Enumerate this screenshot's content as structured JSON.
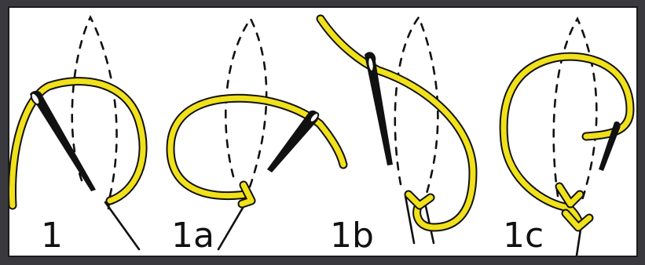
{
  "colors": {
    "thread": "#f0e11a",
    "thread_outline": "#111111",
    "ink": "#111111",
    "background": "#ffffff",
    "frame": "#3a3a3e"
  },
  "steps": [
    {
      "label": "1"
    },
    {
      "label": "1a"
    },
    {
      "label": "1b"
    },
    {
      "label": "1c"
    }
  ]
}
